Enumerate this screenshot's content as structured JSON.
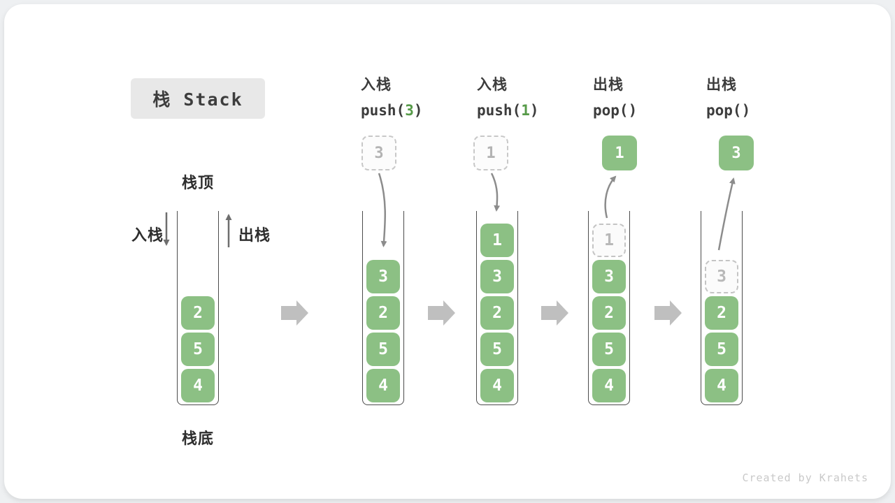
{
  "page": {
    "title": "栈 Stack",
    "footer": "Created by Krahets"
  },
  "labels": {
    "stack_top": "栈顶",
    "stack_bottom": "栈底",
    "push_side": "入栈",
    "pop_side": "出栈"
  },
  "colors": {
    "element_green": "#8cc084",
    "code_arg_green": "#569a48",
    "ghost_gray": "#c4c4c4",
    "arrow_gray": "#8c8c8c",
    "block_arrow_gray": "#bfbfbf"
  },
  "operations": [
    {
      "label": "入栈",
      "code_prefix": "push(",
      "arg": "3",
      "code_suffix": ")"
    },
    {
      "label": "入栈",
      "code_prefix": "push(",
      "arg": "1",
      "code_suffix": ")"
    },
    {
      "label": "出栈",
      "code_prefix": "pop(",
      "arg": "",
      "code_suffix": ")"
    },
    {
      "label": "出栈",
      "code_prefix": "pop(",
      "arg": "",
      "code_suffix": ")"
    }
  ],
  "floating": [
    {
      "value": "3",
      "kind": "dashed-incoming"
    },
    {
      "value": "1",
      "kind": "dashed-incoming"
    },
    {
      "value": "1",
      "kind": "green-popped"
    },
    {
      "value": "3",
      "kind": "green-popped"
    }
  ],
  "stacks": [
    {
      "name": "initial",
      "ghost": "",
      "cells": [
        "2",
        "5",
        "4"
      ]
    },
    {
      "name": "after-push-3",
      "ghost": "",
      "cells": [
        "3",
        "2",
        "5",
        "4"
      ]
    },
    {
      "name": "after-push-1",
      "ghost": "",
      "cells": [
        "1",
        "3",
        "2",
        "5",
        "4"
      ]
    },
    {
      "name": "after-pop-1",
      "ghost": "1",
      "cells": [
        "3",
        "2",
        "5",
        "4"
      ]
    },
    {
      "name": "after-pop-3",
      "ghost": "3",
      "cells": [
        "2",
        "5",
        "4"
      ]
    }
  ]
}
